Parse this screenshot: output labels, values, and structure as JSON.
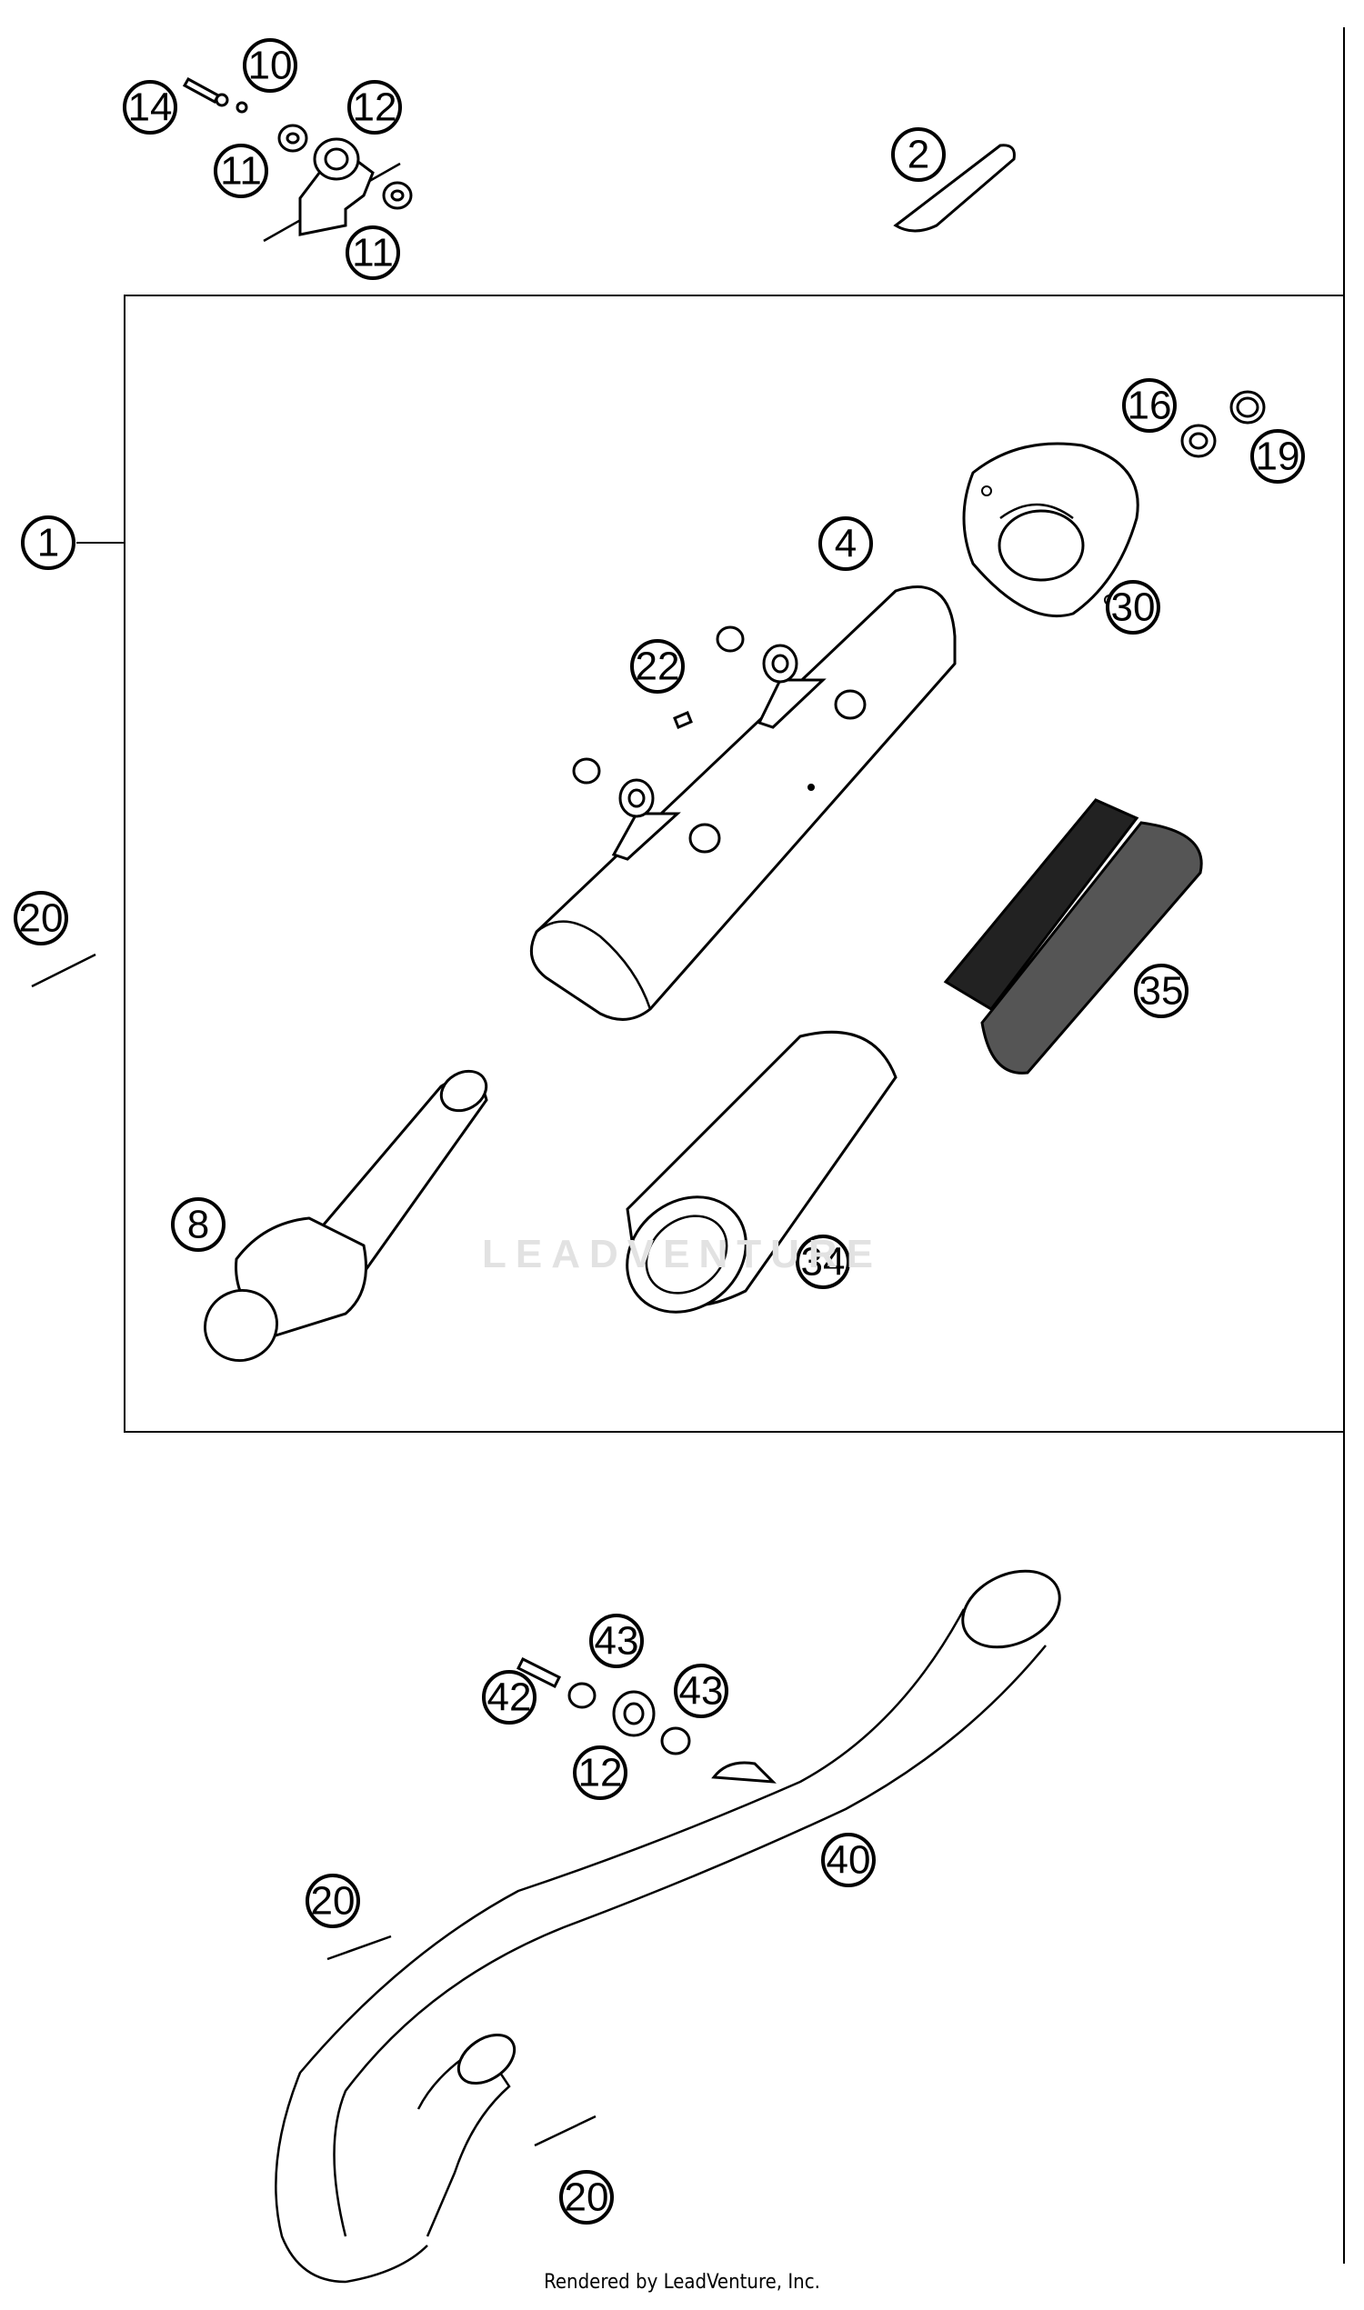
{
  "diagram": {
    "callouts": [
      "1",
      "2",
      "4",
      "8",
      "10",
      "11",
      "11",
      "12",
      "12",
      "14",
      "16",
      "19",
      "20",
      "20",
      "20",
      "22",
      "30",
      "34",
      "35",
      "40",
      "42",
      "43",
      "43"
    ]
  },
  "watermark": "LEADVENTURE",
  "footer": "Rendered by LeadVenture, Inc.",
  "colors": {
    "line": "#000000",
    "background": "#ffffff",
    "watermark": "#e2e2e2"
  }
}
